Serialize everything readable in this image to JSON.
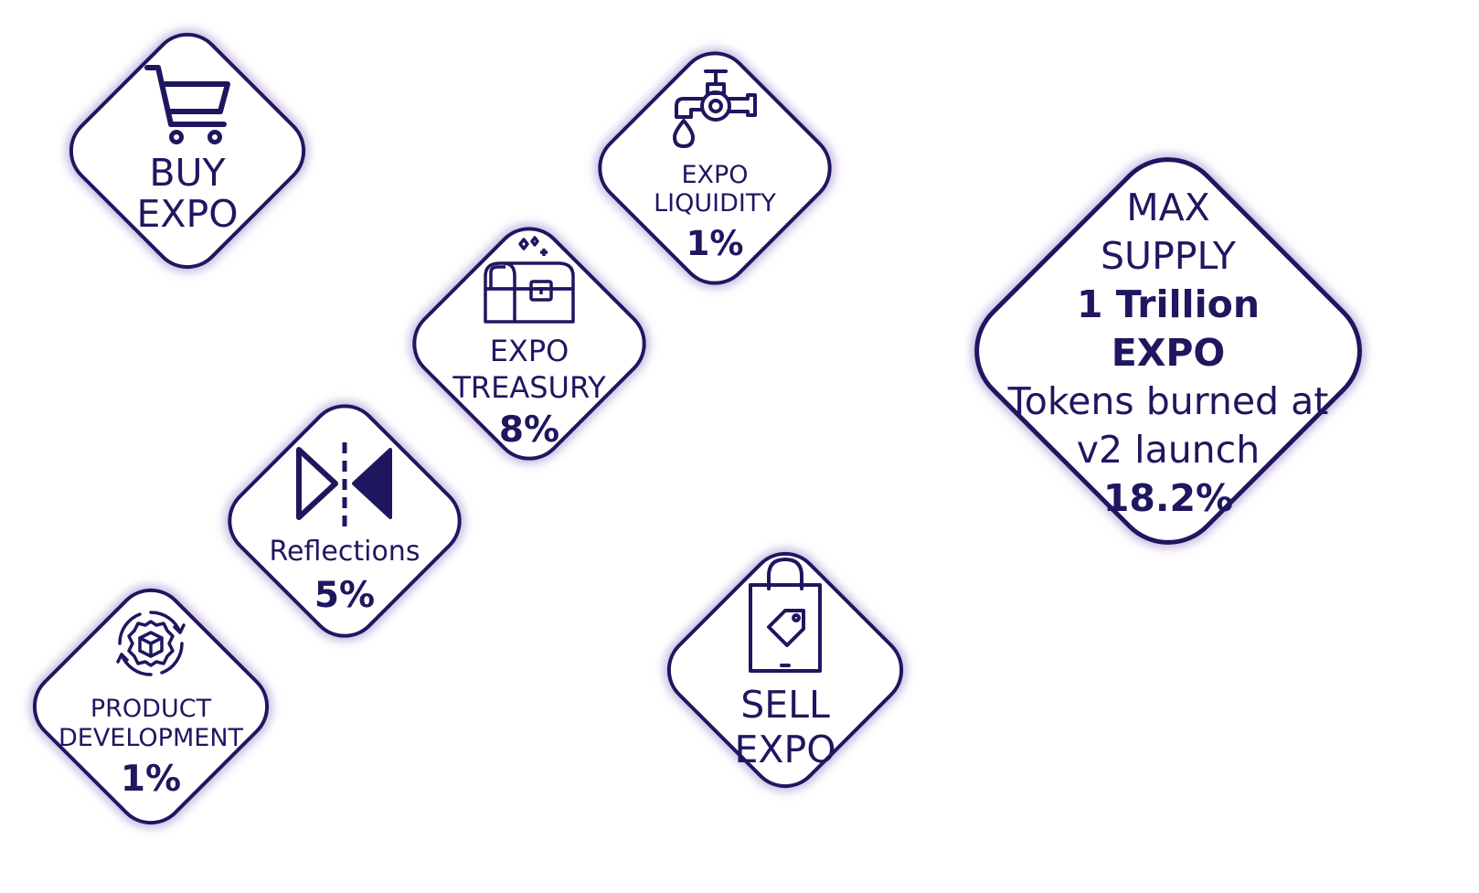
{
  "colors": {
    "ink": "#1e1760",
    "glow": "#a082c8",
    "background": "#ffffff"
  },
  "buy": {
    "icon": "shopping-cart-icon",
    "line1": "BUY",
    "line2": "EXPO"
  },
  "liquidity": {
    "icon": "water-tap-icon",
    "line1": "EXPO",
    "line2": "LIQUIDITY",
    "percent": "1%"
  },
  "treasury": {
    "icon": "treasure-chest-icon",
    "line1": "EXPO",
    "line2": "TREASURY",
    "percent": "8%"
  },
  "reflections": {
    "icon": "mirror-reflect-icon",
    "label": "Reflections",
    "percent": "5%"
  },
  "product": {
    "icon": "gear-cube-icon",
    "line1": "PRODUCT",
    "line2": "DEVELOPMENT",
    "percent": "1%"
  },
  "sell": {
    "icon": "shopping-bag-tag-icon",
    "line1": "SELL",
    "line2": "EXPO"
  },
  "supply": {
    "line1": "MAX",
    "line2": "SUPPLY",
    "amount1": "1 Trillion",
    "amount2": "EXPO",
    "burn1": "Tokens burned at",
    "burn2": "v2 launch",
    "percent": "18.2%"
  }
}
